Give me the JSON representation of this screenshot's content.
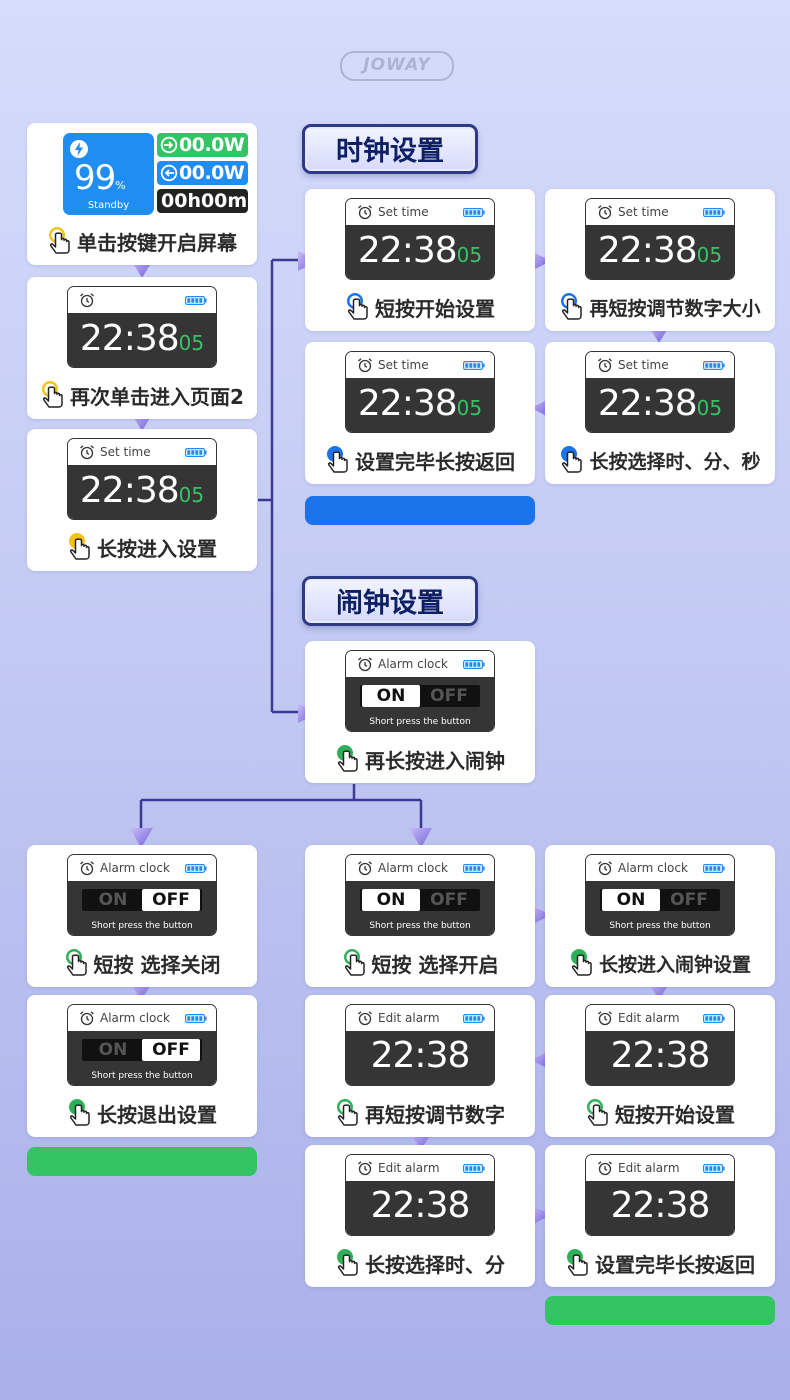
{
  "brand": {
    "logo": "JOWAY"
  },
  "colors": {
    "accent_navy": "#2e3a86",
    "arrow_violet": "#7a6ee0",
    "highlight_green": "#34c463",
    "bar_blue": "#1a73e8",
    "bar_green": "#34c463",
    "hand_yellow": "#f5c318",
    "hand_blue": "#1a73e8",
    "hand_green": "#2fb15a"
  },
  "sections": {
    "clock": {
      "title": "时钟设置"
    },
    "alarm": {
      "title": "闹钟设置"
    }
  },
  "home_screen": {
    "battery_percent": "99",
    "percent_sign": "%",
    "status": "Standby",
    "input_power": "00.0W",
    "output_power": "00.0W",
    "timer": "00h00m",
    "caption": "单击按键开启屏幕"
  },
  "time_display": {
    "main": "22:38",
    "seconds": "05",
    "alarm_time": "22:38"
  },
  "screen_labels": {
    "set_time": "Set time",
    "alarm_clock": "Alarm clock",
    "edit_alarm": "Edit alarm",
    "on": "ON",
    "off": "OFF",
    "short_press_hint": "Short press the button"
  },
  "steps": {
    "page2": "再次单击进入页面2",
    "enter_settings": "长按进入设置",
    "clock_start": "短按开始设置",
    "clock_adjust": "再短按调节数字大小",
    "clock_select": "长按选择时、分、秒",
    "clock_done": "设置完毕长按返回",
    "alarm_enter": "再长按进入闹钟",
    "alarm_select_off": "短按 选择关闭",
    "alarm_exit": "长按退出设置",
    "alarm_select_on": "短按 选择开启",
    "alarm_enter_settings": "长按进入闹钟设置",
    "alarm_start": "短按开始设置",
    "alarm_adjust": "再短按调节数字",
    "alarm_select": "长按选择时、分",
    "alarm_done": "设置完毕长按返回"
  }
}
